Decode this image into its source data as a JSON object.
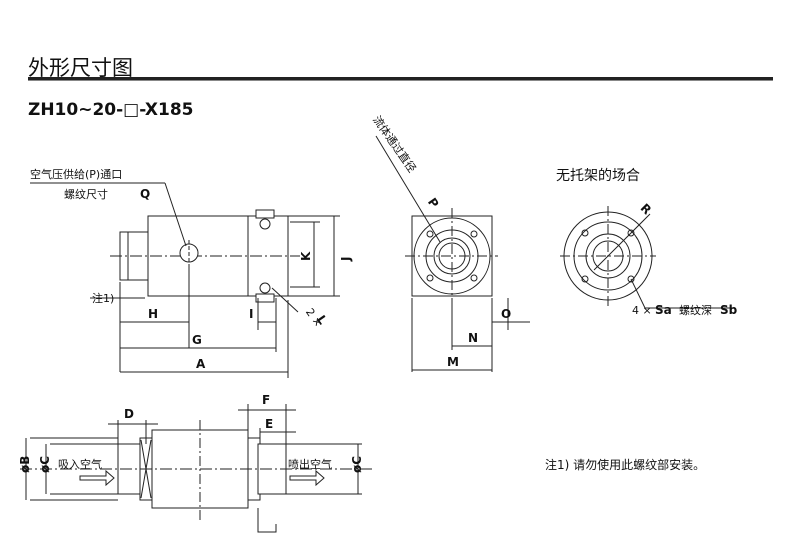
{
  "section_title": "外形尺寸图",
  "model_code": "ZH10~20-□-X185",
  "labels": {
    "air_supply_port": "空气压供给(P)通口",
    "thread_size": "螺纹尺寸",
    "thread_q": "Q",
    "note1_marker": "注1)",
    "flow_diameter": "流体通过直径",
    "flow_p": "P",
    "no_bracket": "无托架的场合",
    "bolt_spec_prefix": "4 × ",
    "sa": "Sa",
    "bolt_thread_depth": "螺纹深",
    "sb": "Sb",
    "suction_air": "吸入空气",
    "discharge_air": "喷出空气",
    "r": "R"
  },
  "dimensions": {
    "H": "H",
    "G": "G",
    "A": "A",
    "I": "I",
    "K": "K",
    "J": "J",
    "L": "L",
    "two": "2 ×",
    "M": "M",
    "N": "N",
    "O": "O",
    "D": "D",
    "F": "F",
    "E": "E",
    "B": "øB",
    "C": "øC",
    "C2": "øC"
  },
  "note_text": "注1) 请勿使用此螺纹部安装。"
}
